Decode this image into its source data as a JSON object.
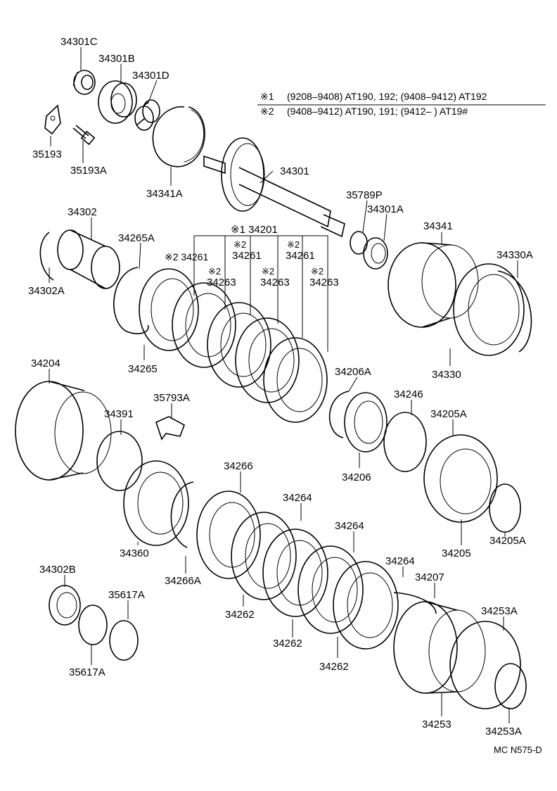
{
  "notes": {
    "note1_mark": "※1",
    "note1_text": "(9208–9408) AT190, 192; (9408–9412) AT192",
    "note2_mark": "※2",
    "note2_text": "(9408–9412) AT190, 191; (9412–          ) AT19#"
  },
  "diagram_code": "MC N575-D",
  "parts": {
    "p34301C": "34301C",
    "p34301B": "34301B",
    "p34301D": "34301D",
    "p35193": "35193",
    "p35193A": "35193A",
    "p34341A": "34341A",
    "p34301": "34301",
    "p35789P": "35789P",
    "p34301A": "34301A",
    "p34302": "34302",
    "p34302A": "34302A",
    "p34265A": "34265A",
    "p34201": "※1 34201",
    "p34261a": "※2 34261",
    "p34261b": "※2\n34261",
    "p34261b_mark": "※2",
    "p34261b_num": "34261",
    "p34261c_mark": "※2",
    "p34261c_num": "34261",
    "p34263a_mark": "※2",
    "p34263a_num": "34263",
    "p34263b_mark": "※2",
    "p34263b_num": "34263",
    "p34263c_mark": "※2",
    "p34263c_num": "34263",
    "p34265": "34265",
    "p34341": "34341",
    "p34330A": "34330A",
    "p34330": "34330",
    "p34204": "34204",
    "p34391": "34391",
    "p35793A": "35793A",
    "p34206A": "34206A",
    "p34246": "34246",
    "p34205A": "34205A",
    "p34206": "34206",
    "p34266": "34266",
    "p34360": "34360",
    "p34264a": "34264",
    "p34264b": "34264",
    "p34264c": "34264",
    "p34205": "34205",
    "p34205A2": "34205A",
    "p34266A": "34266A",
    "p34302B": "34302B",
    "p35617A_top": "35617A",
    "p34207": "34207",
    "p34253A_top": "34253A",
    "p34262a": "34262",
    "p34262b": "34262",
    "p34262c": "34262",
    "p35617A_bot": "35617A",
    "p34253": "34253",
    "p34253A_bot": "34253A"
  }
}
